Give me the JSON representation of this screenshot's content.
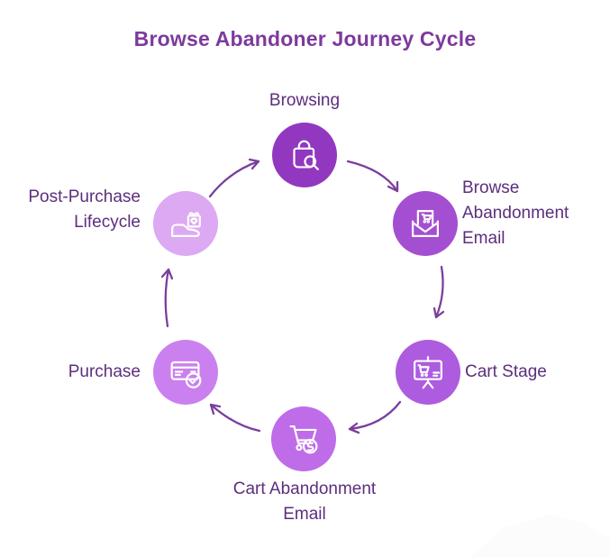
{
  "page": {
    "title": "Browse Abandoner Journey Cycle"
  },
  "colors": {
    "background": "#ffffff",
    "title_text": "#7d3a9d",
    "label_text": "#5c2e7d",
    "arrow": "#7a3f9d",
    "icon_stroke": "#ffffff",
    "watermark": "#fcfcfd"
  },
  "nodes": [
    {
      "id": "browsing",
      "label": "Browsing",
      "color": "#9238c0",
      "icon": "bag-search-icon"
    },
    {
      "id": "browse-abandonment-email",
      "label": "Browse Abandonment Email",
      "color": "#a44fd1",
      "icon": "envelope-cart-icon"
    },
    {
      "id": "cart-stage",
      "label": "Cart Stage",
      "color": "#ad5cdf",
      "icon": "easel-cart-icon"
    },
    {
      "id": "cart-abandonment-email",
      "label": "Cart Abandonment Email",
      "color": "#bf6ce9",
      "icon": "cart-dollar-icon"
    },
    {
      "id": "purchase",
      "label": "Purchase",
      "color": "#cb80ef",
      "icon": "card-check-icon"
    },
    {
      "id": "post-purchase-lifecycle",
      "label": "Post-Purchase Lifecycle",
      "color": "#dca9f2",
      "icon": "hand-gift-icon"
    }
  ],
  "cycle_order": [
    "browsing",
    "browse-abandonment-email",
    "cart-stage",
    "cart-abandonment-email",
    "purchase",
    "post-purchase-lifecycle"
  ]
}
